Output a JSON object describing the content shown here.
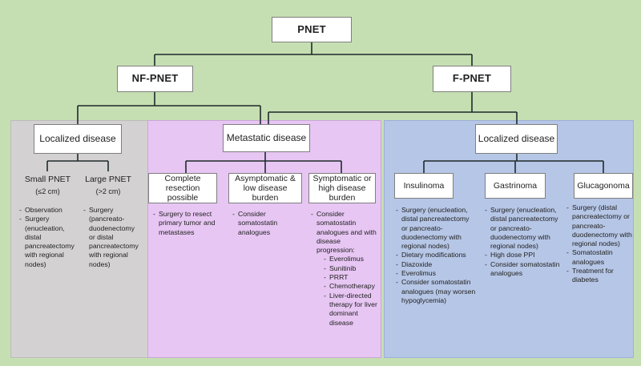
{
  "colors": {
    "background": "#c6dfb2",
    "gray_panel": "#d3d1d1",
    "purple_panel": "#e7c6f3",
    "blue_panel": "#b6c6e6",
    "box": "#ffffff",
    "line": "#1f2a2a"
  },
  "root": {
    "label": "PNET"
  },
  "nf": {
    "label": "NF-PNET",
    "localized": {
      "label": "Localized disease",
      "small": {
        "title": "Small PNET",
        "size": "(≤2 cm)",
        "items": [
          "Observation",
          "Surgery (enucleation, distal pancreatectomy with regional nodes)"
        ]
      },
      "large": {
        "title": "Large PNET",
        "size": "(>2 cm)",
        "items": [
          "Surgery (pancreato-duodenectomy or distal pancreatectomy with regional nodes)"
        ]
      }
    }
  },
  "metastatic": {
    "label": "Metastatic disease",
    "complete": {
      "label": "Complete resection possible",
      "items": [
        "Surgery to resect primary tumor and metastases"
      ]
    },
    "asymptomatic": {
      "label": "Asymptomatic & low disease burden",
      "items": [
        "Consider somatostatin analogues"
      ]
    },
    "symptomatic": {
      "label": "Symptomatic or high disease burden",
      "intro": "Consider somatostatin analogues and with disease progression:",
      "items": [
        "Everolimus",
        "Sunitinib",
        "PRRT",
        "Chemotherapy",
        "Liver-directed therapy for liver dominant disease"
      ]
    }
  },
  "f": {
    "label": "F-PNET",
    "localized": {
      "label": "Localized disease",
      "insulinoma": {
        "label": "Insulinoma",
        "items": [
          "Surgery (enucleation, distal pancreatectomy or pancreato-duodenectomy with regional nodes)",
          "Dietary modifications",
          "Diazoxide",
          "Everolimus",
          "Consider somatostatin analogues (may worsen hypoglycemia)"
        ]
      },
      "gastrinoma": {
        "label": "Gastrinoma",
        "items": [
          "Surgery (enucleation, distal pancreatectomy or pancreato-duodenectomy with regional nodes)",
          "High dose PPI",
          "Consider somatostatin analogues"
        ]
      },
      "glucagonoma": {
        "label": "Glucagonoma",
        "items": [
          "Surgery (distal pancreatectomy or pancreato-duodenectomy with regional nodes)",
          "Somatostatin analogues",
          "Treatment for diabetes"
        ]
      }
    }
  }
}
